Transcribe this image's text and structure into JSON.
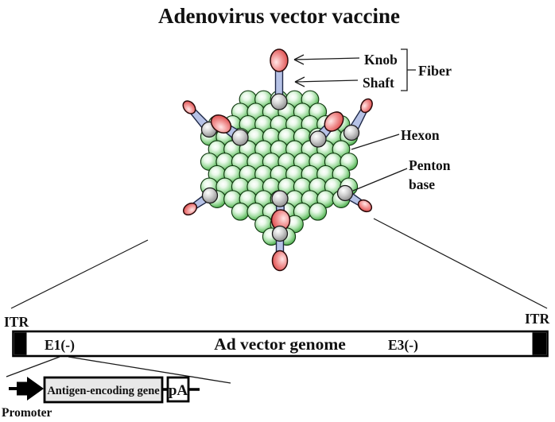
{
  "title": "Adenovirus vector vaccine",
  "virus": {
    "labels": {
      "knob": "Knob",
      "shaft": "Shaft",
      "fiber": "Fiber",
      "hexon": "Hexon",
      "penton_line1": "Penton",
      "penton_line2": "base"
    },
    "colors": {
      "hexon_green": "#5cb85c",
      "knob_red": "#dd4444",
      "fiber_shaft_blue": "#b6c2e6",
      "penton_gray": "#9a9a9a"
    }
  },
  "genome": {
    "itr_left": "ITR",
    "itr_right": "ITR",
    "e1_label": "E1(-)",
    "name": "Ad vector genome",
    "e3_label": "E3(-)"
  },
  "cassette": {
    "promoter_label": "Promoter",
    "gene_label": "Antigen-encoding gene",
    "polya_label": "pA",
    "gene_box_fill": "#e8e8e8"
  },
  "ink_color": "#1a1a1a"
}
